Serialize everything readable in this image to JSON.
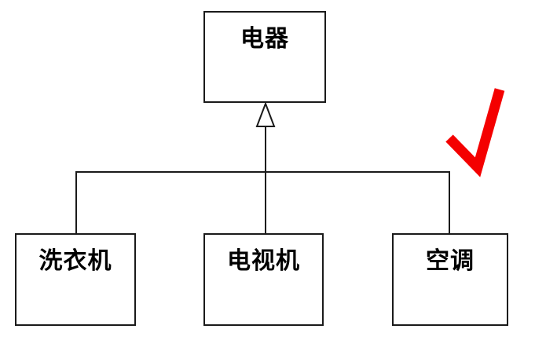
{
  "diagram": {
    "type": "inheritance-hierarchy",
    "parent": {
      "label": "电器"
    },
    "children": [
      {
        "label": "洗衣机"
      },
      {
        "label": "电视机"
      },
      {
        "label": "空调"
      }
    ],
    "annotation": {
      "kind": "checkmark",
      "color": "#f40000"
    },
    "line_color": "#1a1a1a",
    "box_background": "#ffffff"
  }
}
